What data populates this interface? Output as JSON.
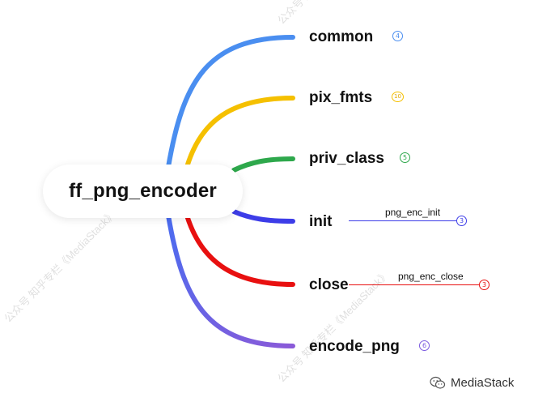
{
  "root": {
    "label": "ff_png_encoder"
  },
  "branches": [
    {
      "label": "common",
      "count": "4",
      "color": "#4a8ef0"
    },
    {
      "label": "pix_fmts",
      "count": "10",
      "color": "#f5c000"
    },
    {
      "label": "priv_class",
      "count": "5",
      "color": "#2ea84c"
    },
    {
      "label": "init",
      "count": "3",
      "color": "#3d3de8",
      "sub_label": "png_enc_init"
    },
    {
      "label": "close",
      "count": "3",
      "color": "#e81010",
      "sub_label": "png_enc_close"
    },
    {
      "label": "encode_png",
      "count": "6",
      "color": "#7b5ae0"
    }
  ],
  "watermark": {
    "text": "公众号 知乎专栏《MediaStack》",
    "brand": "MediaStack"
  }
}
